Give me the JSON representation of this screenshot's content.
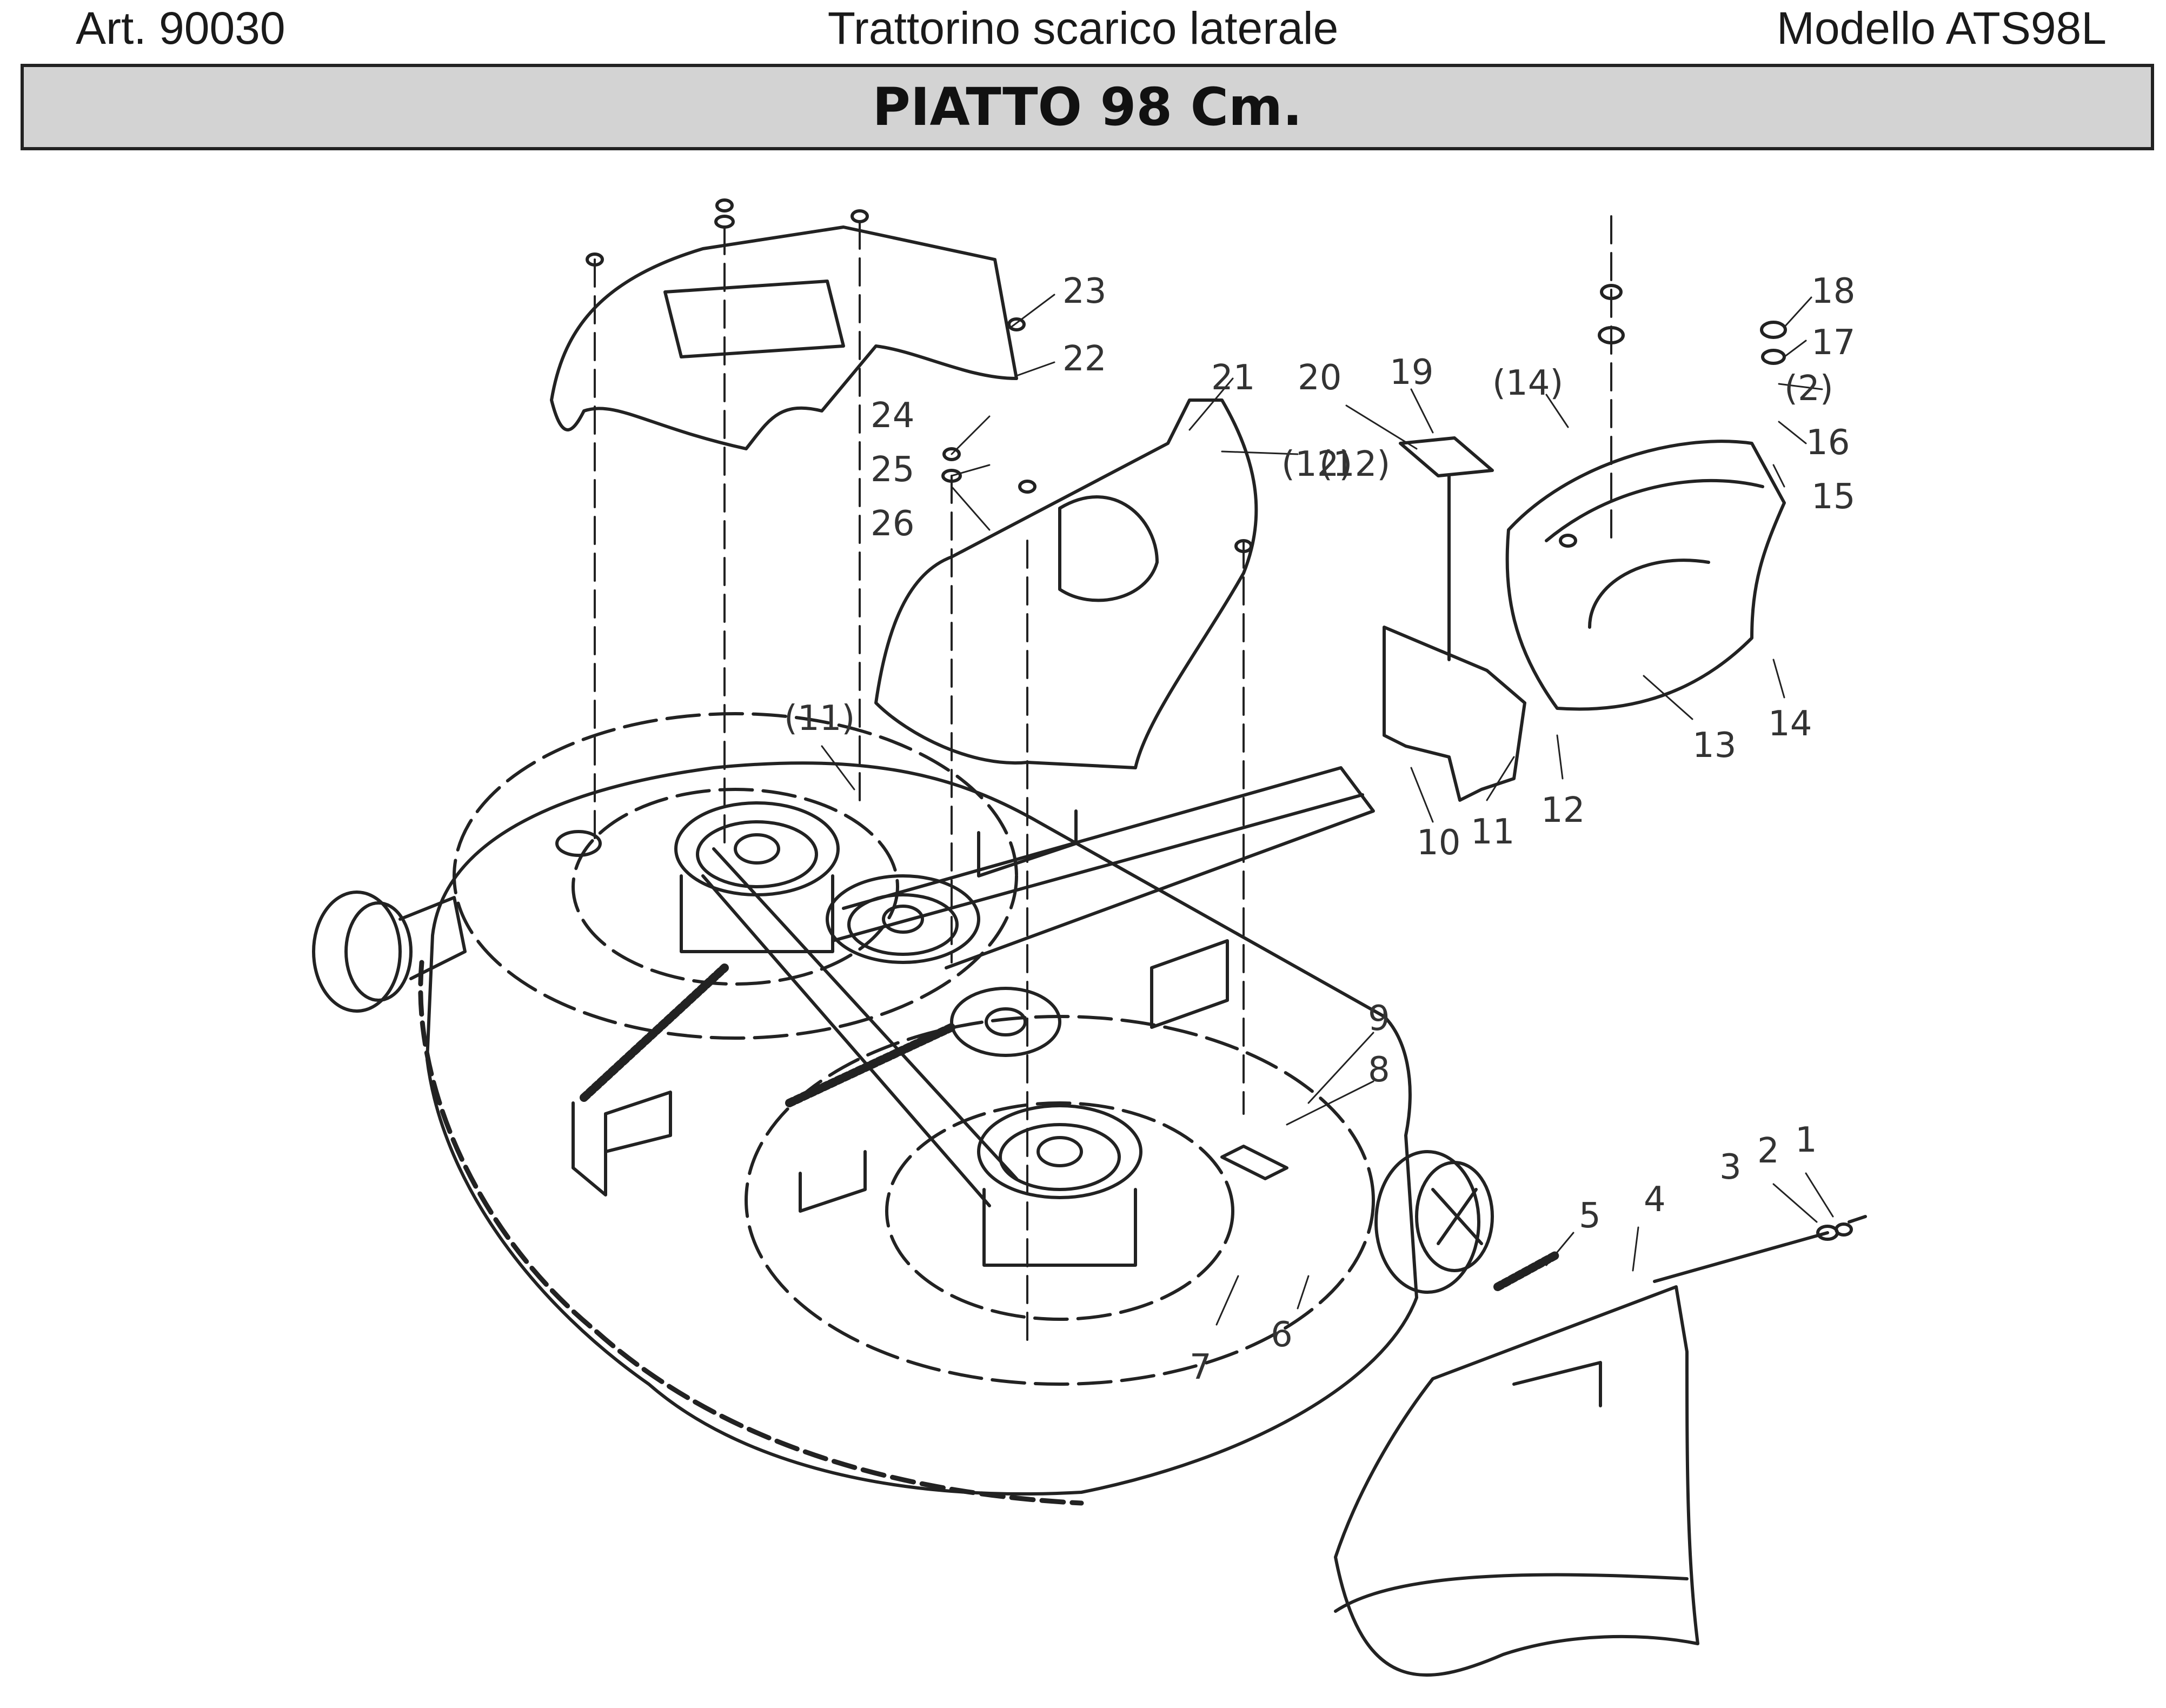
{
  "header": {
    "article": "Art. 90030",
    "description": "Trattorino scarico laterale",
    "model": "Modello ATS98L"
  },
  "title": "PIATTO 98 Cm.",
  "callouts": [
    {
      "id": "c23",
      "text": "23"
    },
    {
      "id": "c22",
      "text": "22"
    },
    {
      "id": "c21",
      "text": "21"
    },
    {
      "id": "c20",
      "text": "20"
    },
    {
      "id": "c19",
      "text": "19"
    },
    {
      "id": "c14a",
      "text": "(14)"
    },
    {
      "id": "c18",
      "text": "18"
    },
    {
      "id": "c17",
      "text": "17"
    },
    {
      "id": "c2a",
      "text": "(2)"
    },
    {
      "id": "c16",
      "text": "16"
    },
    {
      "id": "c15",
      "text": "15"
    },
    {
      "id": "c24",
      "text": "24"
    },
    {
      "id": "c25",
      "text": "25"
    },
    {
      "id": "c26",
      "text": "26"
    },
    {
      "id": "c12a",
      "text": "(12)"
    },
    {
      "id": "c12b",
      "text": "(12)"
    },
    {
      "id": "c11a",
      "text": "(11)"
    },
    {
      "id": "c13",
      "text": "13"
    },
    {
      "id": "c14",
      "text": "14"
    },
    {
      "id": "c10",
      "text": "10"
    },
    {
      "id": "c11",
      "text": "11"
    },
    {
      "id": "c12",
      "text": "12"
    },
    {
      "id": "c9",
      "text": "9"
    },
    {
      "id": "c8",
      "text": "8"
    },
    {
      "id": "c3",
      "text": "3"
    },
    {
      "id": "c2",
      "text": "2"
    },
    {
      "id": "c1",
      "text": "1"
    },
    {
      "id": "c4",
      "text": "4"
    },
    {
      "id": "c5",
      "text": "5"
    },
    {
      "id": "c6",
      "text": "6"
    },
    {
      "id": "c7",
      "text": "7"
    }
  ]
}
